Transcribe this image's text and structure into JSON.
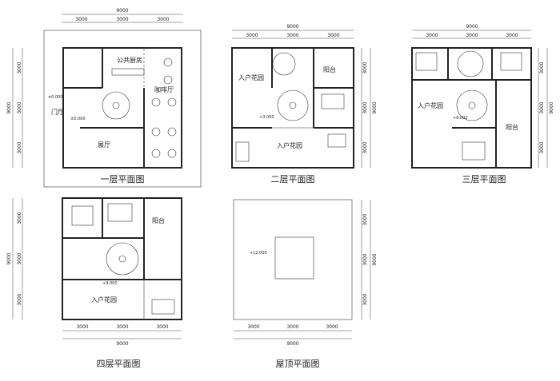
{
  "plans": [
    {
      "caption": "一层平面图",
      "top_dims": {
        "total": "9000",
        "segments": [
          "3000",
          "3000",
          "3000"
        ]
      },
      "left_dims": {
        "total": "9000",
        "segments": [
          "3000",
          "3000",
          "3000"
        ]
      },
      "rooms": [
        "公共厨房",
        "咖啡厅",
        "门厅",
        "展厅"
      ],
      "levels": [
        "±0.000",
        "±0.000"
      ]
    },
    {
      "caption": "二层平面图",
      "top_dims": {
        "total": "9000",
        "segments": [
          "3000",
          "3000",
          "3000"
        ]
      },
      "right_dims": {
        "total": "9000",
        "segments": [
          "3000",
          "3000",
          "3000"
        ]
      },
      "rooms": [
        "入户花园",
        "阳台",
        "入户花园"
      ],
      "levels": [
        "+3.000"
      ]
    },
    {
      "caption": "三层平面图",
      "top_dims": {
        "total": "9000",
        "segments": [
          "3000",
          "3000",
          "3000"
        ]
      },
      "right_dims": {
        "total": "9000",
        "segments": [
          "3000",
          "3000",
          "3000"
        ]
      },
      "rooms": [
        "入户花园",
        "阳台"
      ],
      "levels": [
        "+6.000"
      ]
    },
    {
      "caption": "四层平面图",
      "bottom_dims": {
        "total": "9000",
        "segments": [
          "3000",
          "3000",
          "3000"
        ]
      },
      "left_dims": {
        "total": "9000",
        "segments": [
          "3000",
          "3000",
          "3000"
        ]
      },
      "rooms": [
        "阳台",
        "入户花园"
      ],
      "levels": [
        "+9.000"
      ]
    },
    {
      "caption": "屋顶平面图",
      "bottom_dims": {
        "total": "9000",
        "segments": [
          "3000",
          "3000",
          "3000"
        ]
      },
      "right_dims": {
        "total": "9000",
        "segments": [
          "3000",
          "3000",
          "3000"
        ]
      },
      "rooms": [],
      "levels": [
        "+12.000"
      ]
    }
  ]
}
